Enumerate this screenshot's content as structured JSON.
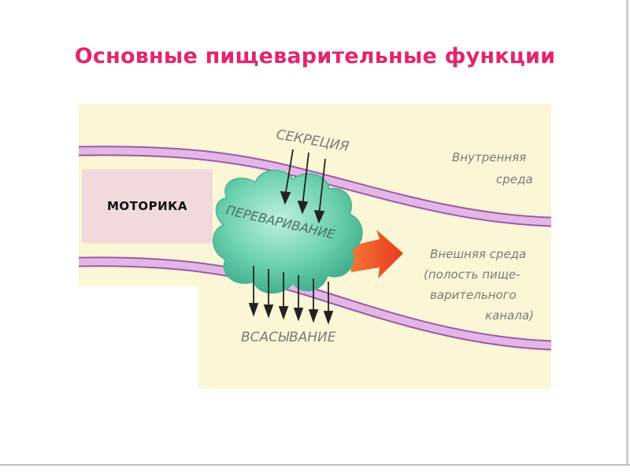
{
  "slide": {
    "title": "Основные пищеварительные функции"
  },
  "diagram": {
    "labels": {
      "secretion": "СЕКРЕЦИЯ",
      "digestion": "ПЕРЕВАРИВАНИЕ",
      "absorption": "ВСАСЫВАНИЕ",
      "motility": "МОТОРИКА",
      "inner_env_line1": "Внутренняя",
      "inner_env_line2": "среда",
      "outer_env_line1": "Внешняя среда",
      "outer_env_line2": "(полость пище-",
      "outer_env_line3": "варительного",
      "outer_env_line4": "канала)"
    },
    "colors": {
      "background": "#fbf6d6",
      "band": "#e2b7e6",
      "band_edge": "#9b5aa6",
      "cloud": "#5ecaa4",
      "arrow": "#f05a28",
      "motility_box": "#f1d9dc",
      "title": "#e2256f"
    }
  }
}
